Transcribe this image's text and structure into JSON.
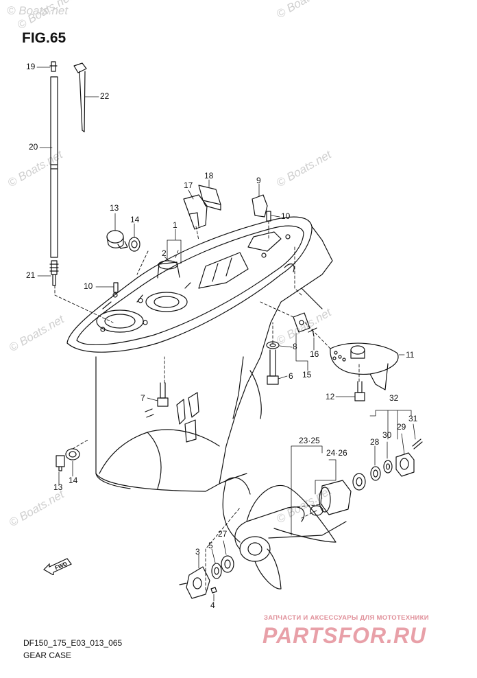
{
  "figure": {
    "title": "FIG.65",
    "drawing_code": "DF150_175_E03_013_065",
    "caption": "GEAR CASE"
  },
  "watermark": {
    "text": "© Boats.net",
    "color": "#cfcfcf"
  },
  "promo": {
    "tagline": "ЗАПЧАСТИ И АКСЕССУАРЫ ДЛЯ МОТОТЕХНИКИ",
    "logo_text": "PARTSFOR.RU",
    "color": "#e8a0a8"
  },
  "direction_marker": {
    "label": "FWD",
    "icon": "forward-arrow-icon"
  },
  "callouts": [
    {
      "id": "c19",
      "text": "19"
    },
    {
      "id": "c22",
      "text": "22"
    },
    {
      "id": "c20",
      "text": "20"
    },
    {
      "id": "c18",
      "text": "18"
    },
    {
      "id": "c17",
      "text": "17"
    },
    {
      "id": "c9",
      "text": "9"
    },
    {
      "id": "c13a",
      "text": "13"
    },
    {
      "id": "c14a",
      "text": "14"
    },
    {
      "id": "c1",
      "text": "1"
    },
    {
      "id": "c10a",
      "text": "10"
    },
    {
      "id": "c2",
      "text": "2"
    },
    {
      "id": "c21",
      "text": "21"
    },
    {
      "id": "c10b",
      "text": "10"
    },
    {
      "id": "c8",
      "text": "8"
    },
    {
      "id": "c16",
      "text": "16"
    },
    {
      "id": "c11",
      "text": "11"
    },
    {
      "id": "c15",
      "text": "15"
    },
    {
      "id": "c6",
      "text": "6"
    },
    {
      "id": "c7",
      "text": "7"
    },
    {
      "id": "c12",
      "text": "12"
    },
    {
      "id": "c32",
      "text": "32"
    },
    {
      "id": "c31",
      "text": "31"
    },
    {
      "id": "c29",
      "text": "29"
    },
    {
      "id": "c30",
      "text": "30"
    },
    {
      "id": "c28",
      "text": "28"
    },
    {
      "id": "c2325",
      "text": "23·25"
    },
    {
      "id": "c2426",
      "text": "24·26"
    },
    {
      "id": "c13b",
      "text": "13"
    },
    {
      "id": "c14b",
      "text": "14"
    },
    {
      "id": "c27",
      "text": "27"
    },
    {
      "id": "c3",
      "text": "3"
    },
    {
      "id": "c5",
      "text": "5"
    },
    {
      "id": "c4",
      "text": "4"
    }
  ]
}
